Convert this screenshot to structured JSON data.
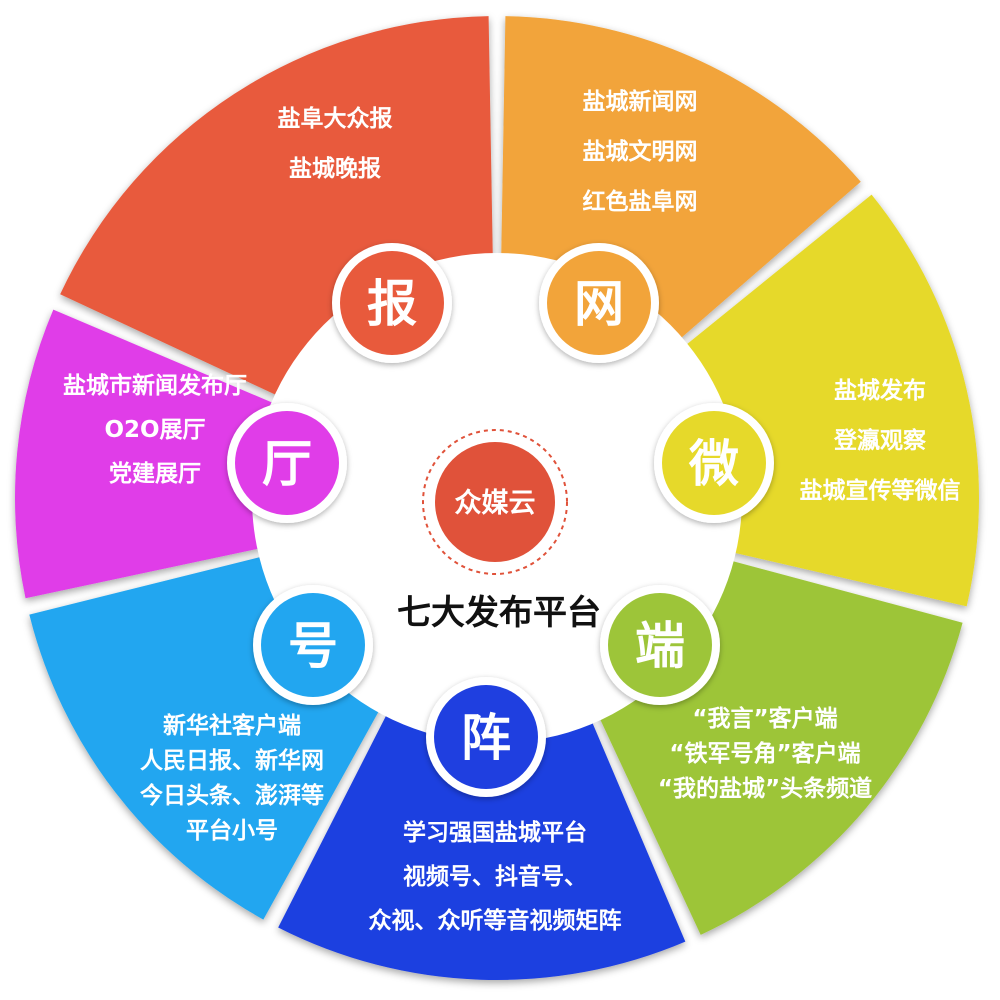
{
  "center": {
    "label": "众媒云",
    "color": "#e0523a"
  },
  "title": "七大发布平台",
  "segments": [
    {
      "key": "bao",
      "icon": "报",
      "color": "#e85a3c",
      "lines": [
        "盐阜大众报",
        "盐城晚报"
      ]
    },
    {
      "key": "wang",
      "icon": "网",
      "color": "#f2a43a",
      "lines": [
        "盐城新闻网",
        "盐城文明网",
        "红色盐阜网"
      ]
    },
    {
      "key": "wei",
      "icon": "微",
      "color": "#e6d92a",
      "lines": [
        "盐城发布",
        "登瀛观察",
        "盐城宣传等微信"
      ]
    },
    {
      "key": "duan",
      "icon": "端",
      "color": "#9dc539",
      "lines": [
        "“我言”客户端",
        "“铁军号角”客户端",
        "“我的盐城”头条频道"
      ]
    },
    {
      "key": "zhen",
      "icon": "阵",
      "color": "#1f3fe0",
      "lines": [
        "学习强国盐城平台",
        "视频号、抖音号、",
        "众视、众听等音视频矩阵"
      ]
    },
    {
      "key": "hao",
      "icon": "号",
      "color": "#22a6f0",
      "lines": [
        "新华社客户端",
        "人民日报、新华网",
        "今日头条、澎湃等",
        "平台小号"
      ]
    },
    {
      "key": "ting",
      "icon": "厅",
      "color": "#e03de8",
      "lines": [
        "盐城市新闻发布厅",
        "O2O展厅",
        "党建展厅"
      ]
    }
  ]
}
